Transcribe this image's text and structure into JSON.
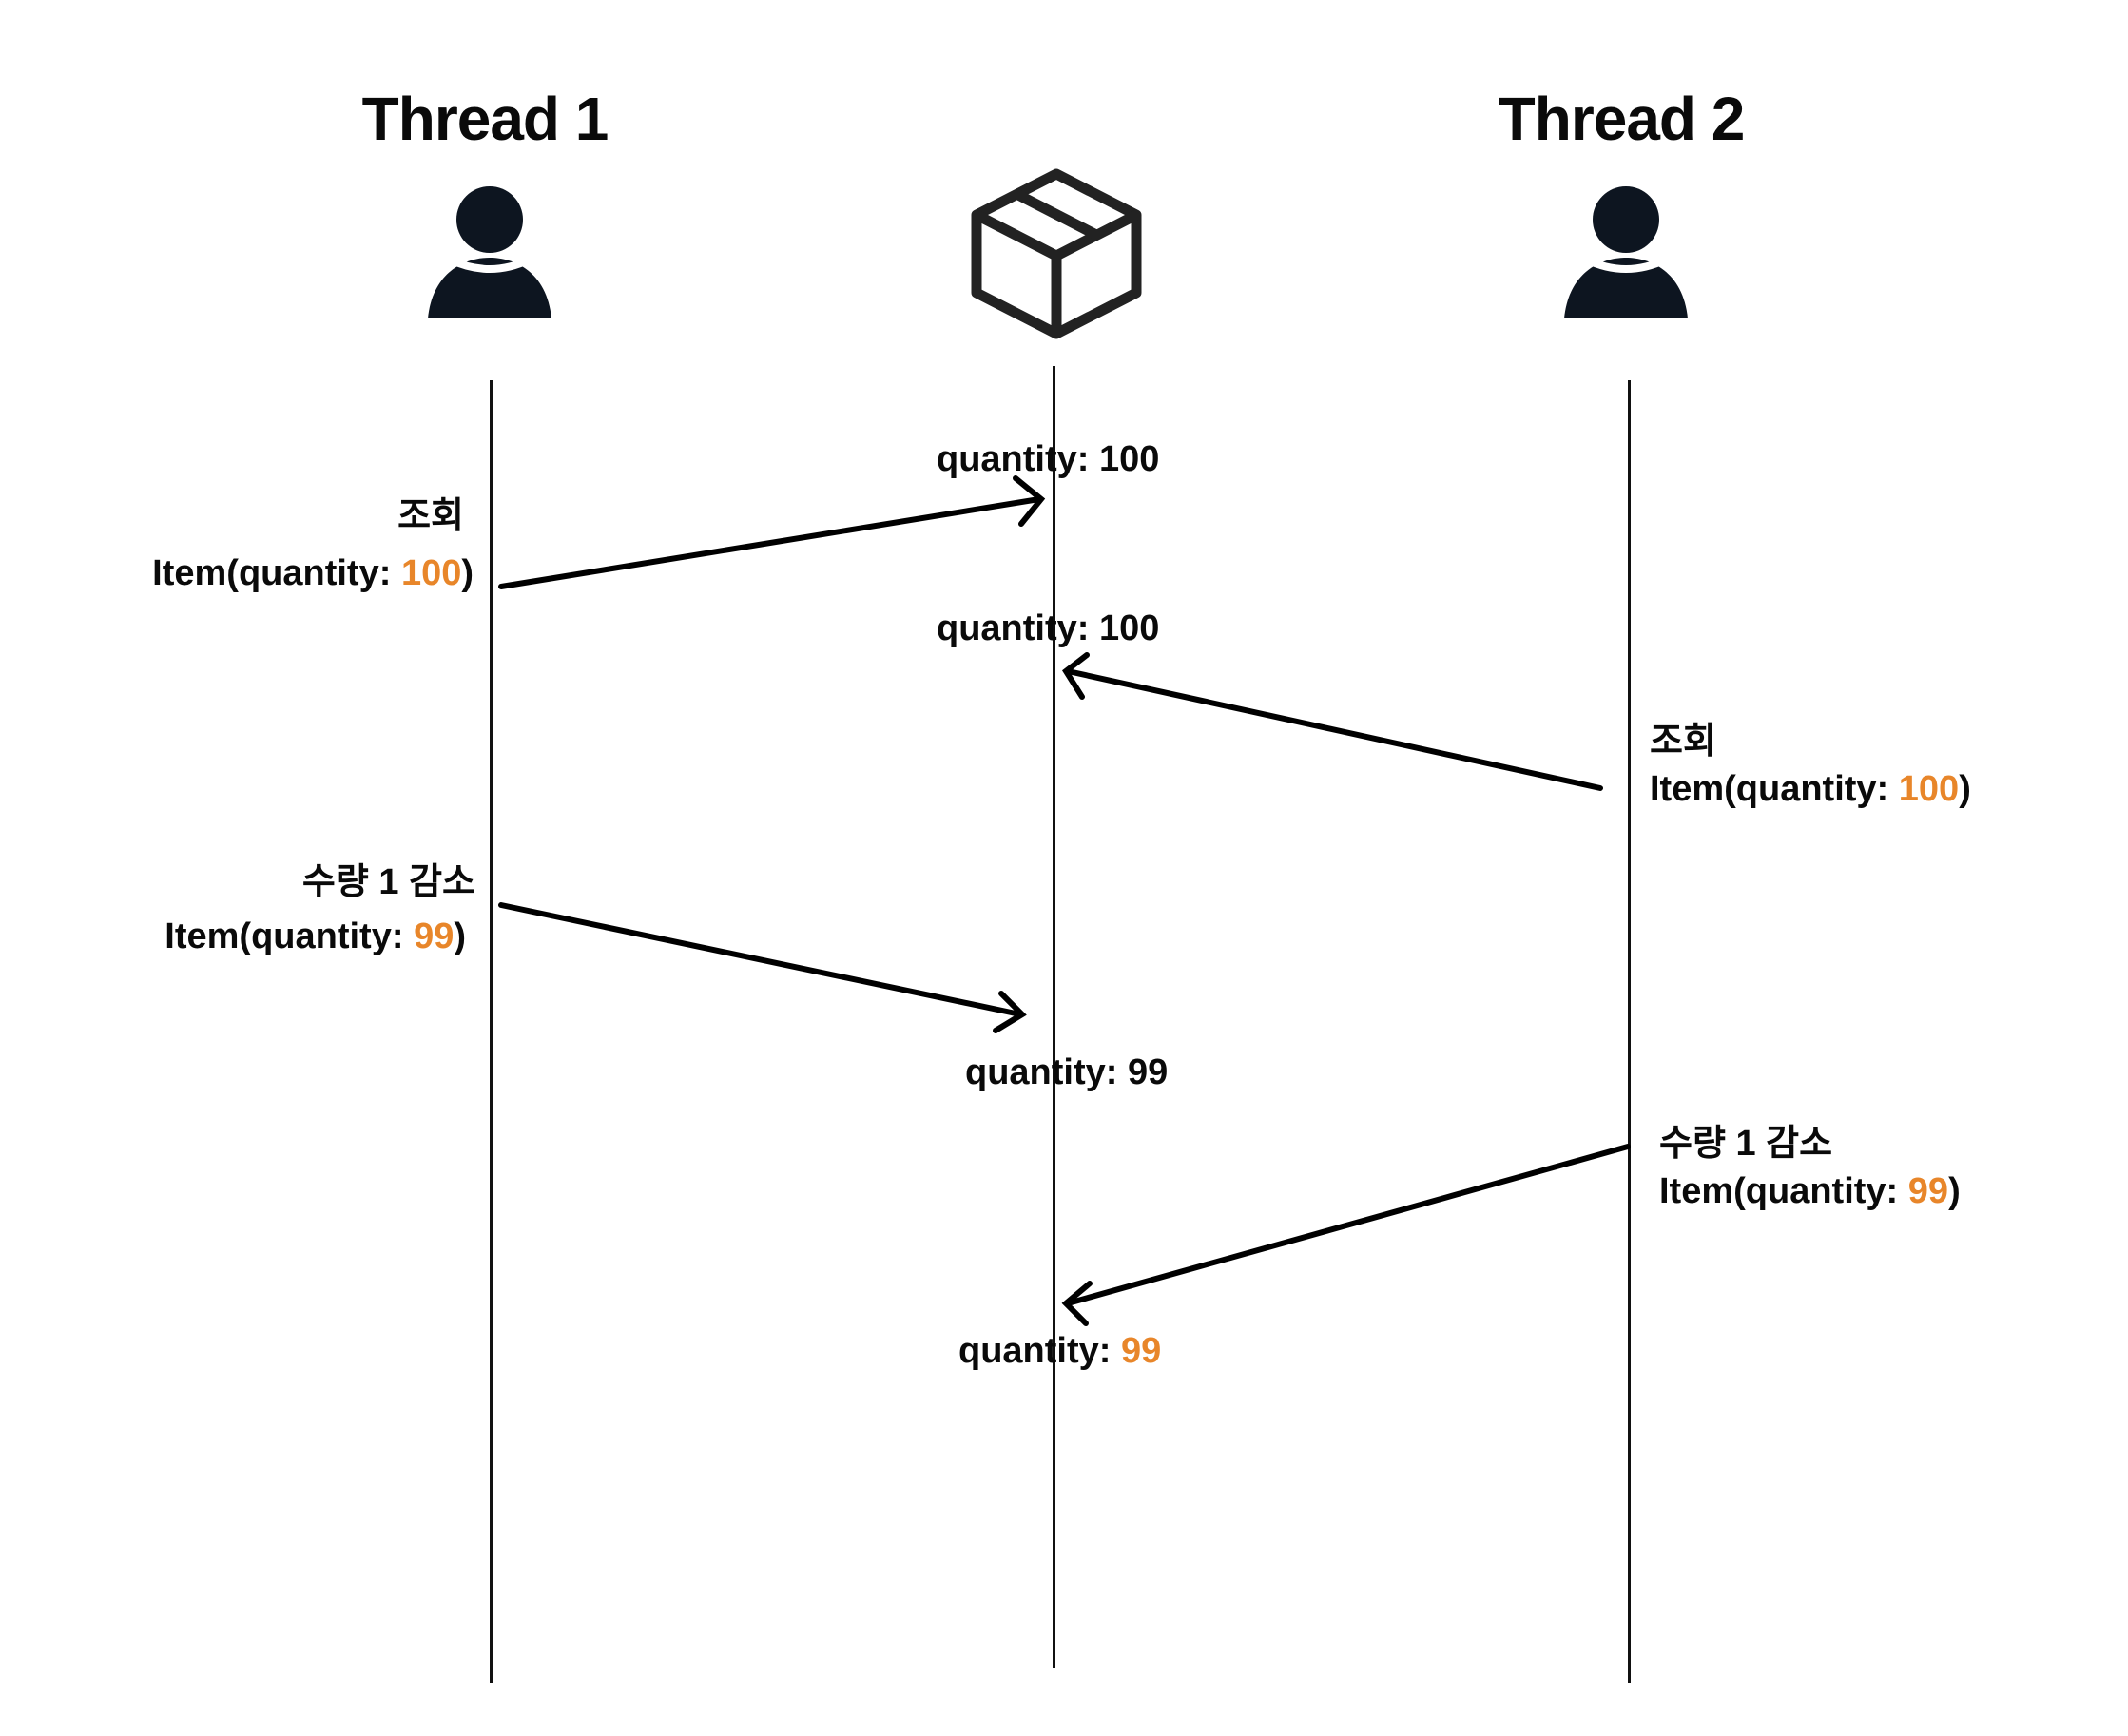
{
  "threads": [
    {
      "title": "Thread 1"
    },
    {
      "title": "Thread 2"
    }
  ],
  "icons": {
    "thread1": "person-icon",
    "storage": "box-icon",
    "thread2": "person-icon"
  },
  "colors": {
    "highlight": "#e8862a",
    "ink": "#0a0a0a",
    "icon": "#0d1520"
  },
  "messages": [
    {
      "action": "조회",
      "item_prefix": "Item(quantity: ",
      "item_value": "100",
      "item_suffix": ")",
      "db_label": "quantity: 100"
    },
    {
      "action": "조회",
      "item_prefix": "Item(quantity: ",
      "item_value": "100",
      "item_suffix": ")",
      "db_label": "quantity: 100"
    },
    {
      "action": "수량 1 감소",
      "item_prefix": "Item(quantity: ",
      "item_value": "99",
      "item_suffix": ")",
      "db_label": "quantity: 99"
    },
    {
      "action": "수량 1 감소",
      "item_prefix": "Item(quantity: ",
      "item_value": "99",
      "item_suffix": ")",
      "db_label_prefix": "quantity: ",
      "db_label_value": "99"
    }
  ]
}
